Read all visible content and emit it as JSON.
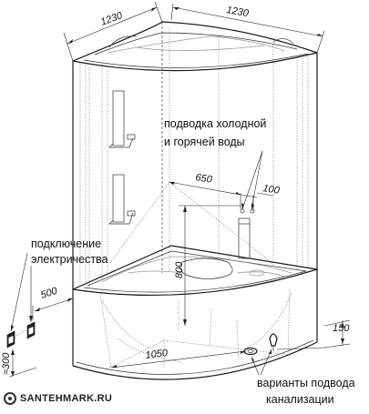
{
  "dimensions": {
    "width_left": "1230",
    "width_right": "1230",
    "pipe_offset": "650",
    "pipe_spacing": "100",
    "pipe_height": "800",
    "electric_offset": "500",
    "electric_height": "≈300",
    "drain_offset": "1050",
    "drain_height": "150"
  },
  "labels": {
    "water_line1": "подводка холодной",
    "water_line2": "и горячей воды",
    "electric_line1": "подключение",
    "electric_line2": "электричества",
    "drain_line1": "варианты подвода",
    "drain_line2": "канализации"
  },
  "logo": {
    "part1": "SANTEH",
    "part2": "MARK.RU"
  },
  "icons": [
    "electric-socket-icon",
    "logo-icon"
  ]
}
